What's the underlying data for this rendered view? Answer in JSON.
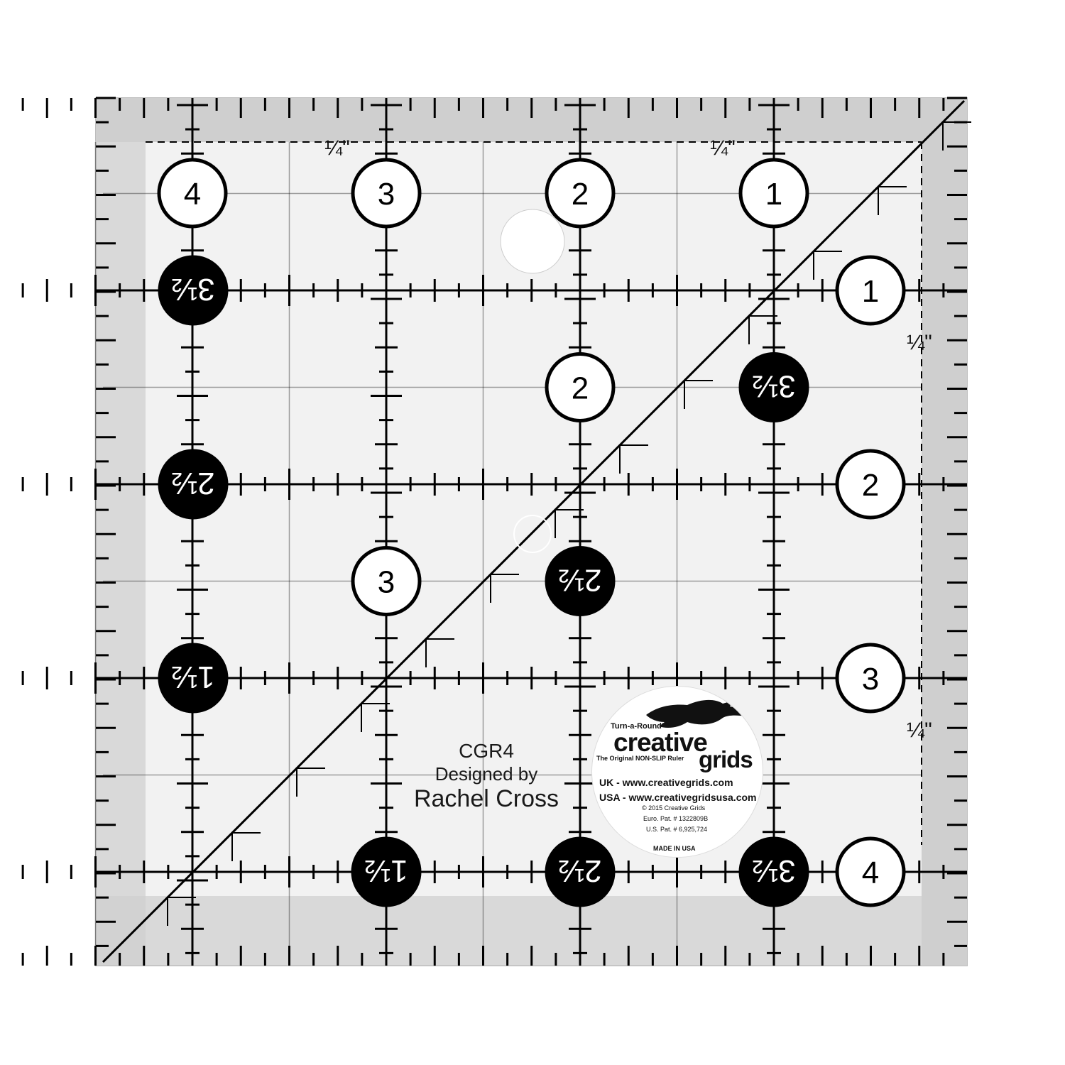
{
  "product": {
    "model_code": "CGR4",
    "designed_by": "Designed by",
    "designer": "Rachel Cross"
  },
  "markings": {
    "top_numbers": [
      "4",
      "3",
      "2",
      "1"
    ],
    "right_numbers": [
      "1",
      "2",
      "3",
      "4"
    ],
    "half_left": [
      "3½",
      "2½",
      "1½"
    ],
    "half_bottom": [
      "1½",
      "2½",
      "3½"
    ],
    "inner": [
      {
        "label": "2",
        "filled": false
      },
      {
        "label": "3½",
        "filled": true
      },
      {
        "label": "3",
        "filled": false
      },
      {
        "label": "2½",
        "filled": true
      }
    ],
    "seam_allowance_label": "¼\""
  },
  "brand": {
    "turn_a_round": "Turn-a-Round™",
    "name_part1": "creative",
    "name_part2": "grids",
    "registered": "®",
    "tagline": "The Original NON-SLIP Ruler",
    "uk_site": "UK - www.creativegrids.com",
    "usa_site": "USA - www.creativegridsusa.com",
    "copyright": "© 2015  Creative Grids",
    "euro_patent": "Euro. Pat. # 1322809B",
    "us_patent": "U.S. Pat. # 6,925,724",
    "made_in": "MADE IN USA",
    "logo_icon": "fox-icon"
  },
  "colors": {
    "ruler_clear": "#f2f2f2",
    "seam_band": "#cfcfcf",
    "ink": "#000000",
    "badge_white": "#ffffff"
  }
}
